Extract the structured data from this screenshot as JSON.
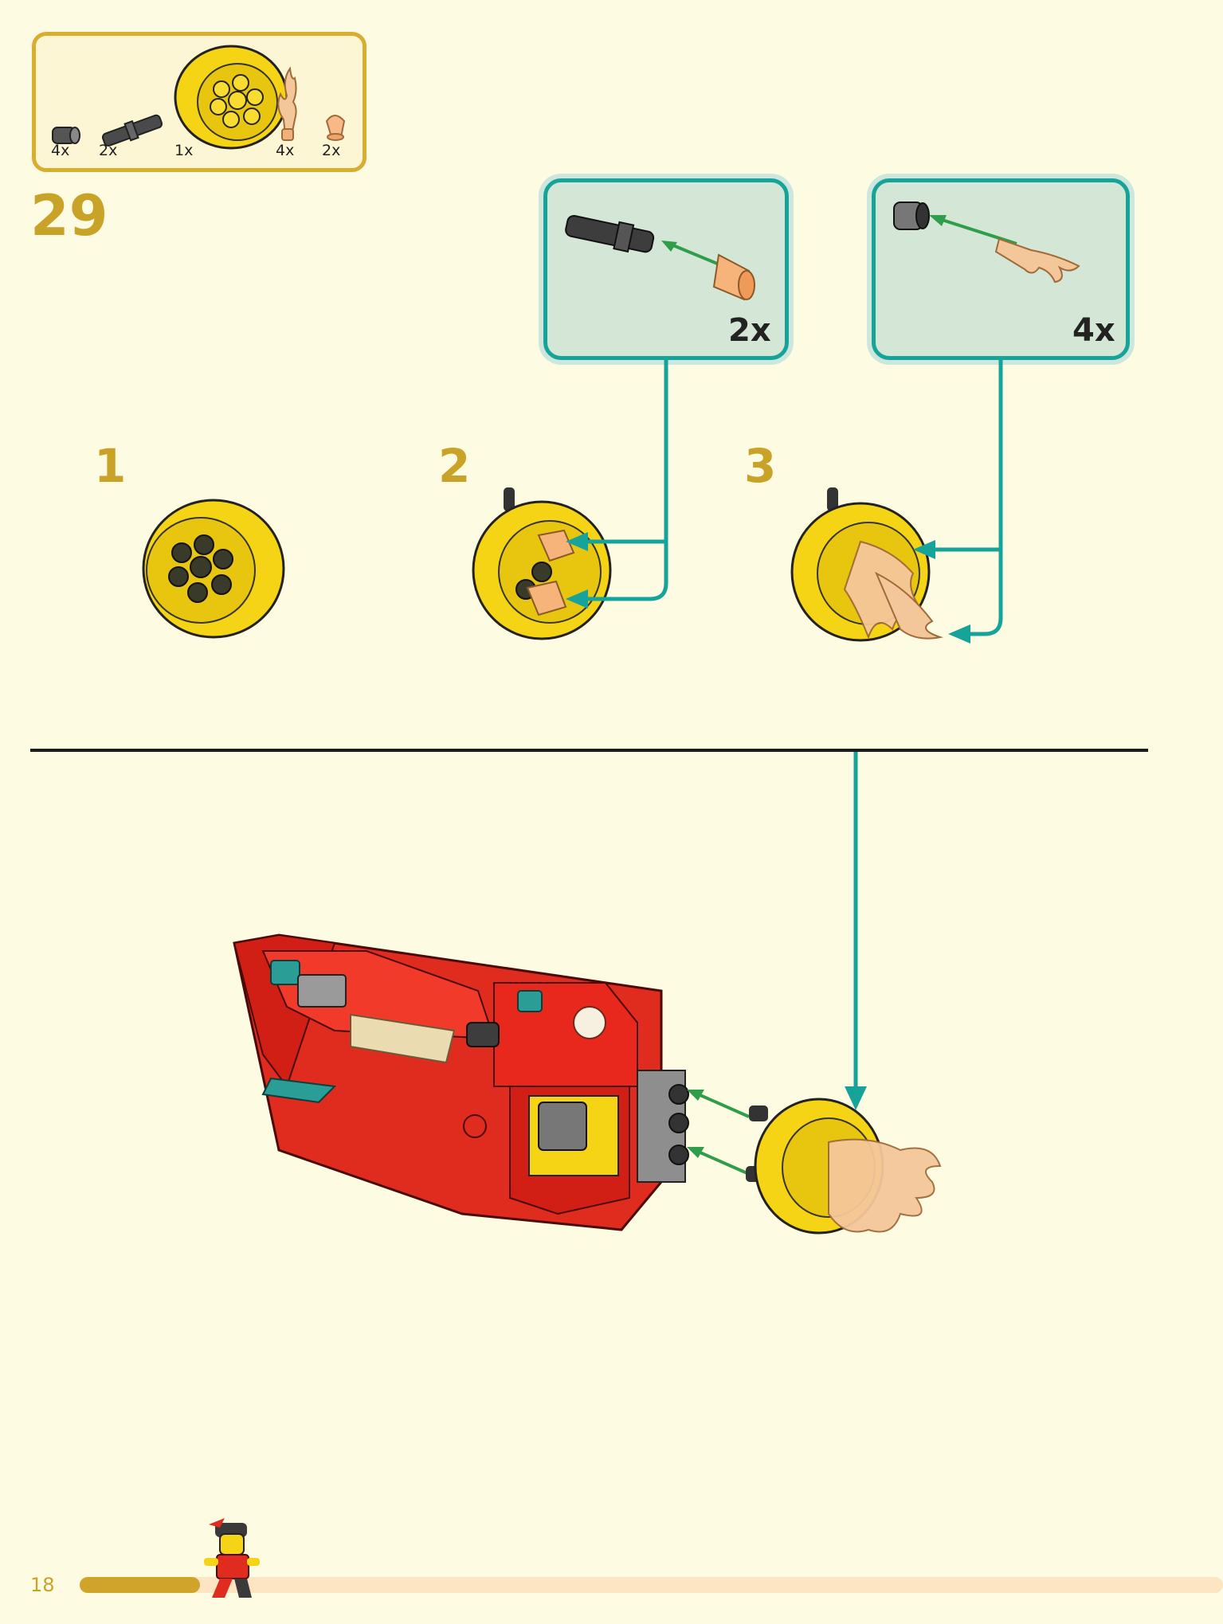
{
  "page": {
    "number": "18",
    "progress": 0.105
  },
  "colors": {
    "accent": "#c9a228",
    "callout_border": "#16a39a",
    "callout_fill": "#d4e6d6",
    "background": "#fefbe3"
  },
  "parts_list": {
    "items": [
      {
        "name": "dark-gray-axle-pin-connector",
        "qty": "4x"
      },
      {
        "name": "dark-gray-long-axle-pin",
        "qty": "2x"
      },
      {
        "name": "yellow-round-wheel-dome",
        "qty": "1x"
      },
      {
        "name": "flame-piece",
        "qty": "4x"
      },
      {
        "name": "orange-trans-cone",
        "qty": "2x"
      }
    ]
  },
  "step": {
    "number": "29",
    "substeps": [
      "1",
      "2",
      "3"
    ],
    "callouts": [
      {
        "qty": "2x"
      },
      {
        "qty": "4x"
      }
    ]
  }
}
